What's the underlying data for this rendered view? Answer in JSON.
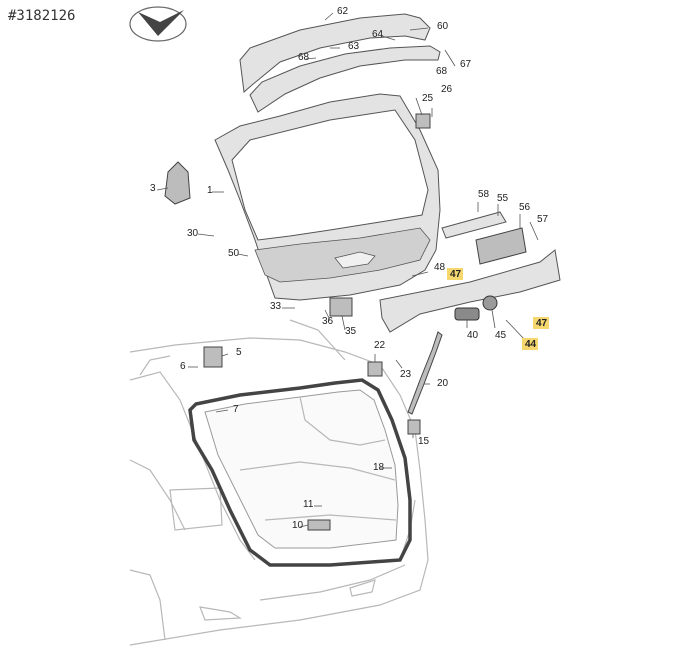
{
  "reference_number": "#3182126",
  "highlight_color": "#f5d76e",
  "callouts": [
    {
      "id": "62",
      "highlight": false
    },
    {
      "id": "60",
      "highlight": false
    },
    {
      "id": "64",
      "highlight": false
    },
    {
      "id": "63",
      "highlight": false
    },
    {
      "id": "68",
      "highlight": false
    },
    {
      "id": "67",
      "highlight": false
    },
    {
      "id": "68",
      "highlight": false
    },
    {
      "id": "26",
      "highlight": false
    },
    {
      "id": "25",
      "highlight": false
    },
    {
      "id": "3",
      "highlight": false
    },
    {
      "id": "1",
      "highlight": false
    },
    {
      "id": "58",
      "highlight": false
    },
    {
      "id": "55",
      "highlight": false
    },
    {
      "id": "56",
      "highlight": false
    },
    {
      "id": "57",
      "highlight": false
    },
    {
      "id": "30",
      "highlight": false
    },
    {
      "id": "50",
      "highlight": false
    },
    {
      "id": "48",
      "highlight": false
    },
    {
      "id": "47",
      "highlight": true
    },
    {
      "id": "33",
      "highlight": false
    },
    {
      "id": "36",
      "highlight": false
    },
    {
      "id": "35",
      "highlight": false
    },
    {
      "id": "40",
      "highlight": false
    },
    {
      "id": "45",
      "highlight": false
    },
    {
      "id": "47",
      "highlight": true
    },
    {
      "id": "44",
      "highlight": true
    },
    {
      "id": "6",
      "highlight": false
    },
    {
      "id": "5",
      "highlight": false
    },
    {
      "id": "22",
      "highlight": false
    },
    {
      "id": "23",
      "highlight": false
    },
    {
      "id": "20",
      "highlight": false
    },
    {
      "id": "7",
      "highlight": false
    },
    {
      "id": "15",
      "highlight": false
    },
    {
      "id": "18",
      "highlight": false
    },
    {
      "id": "11",
      "highlight": false
    },
    {
      "id": "10",
      "highlight": false
    }
  ]
}
